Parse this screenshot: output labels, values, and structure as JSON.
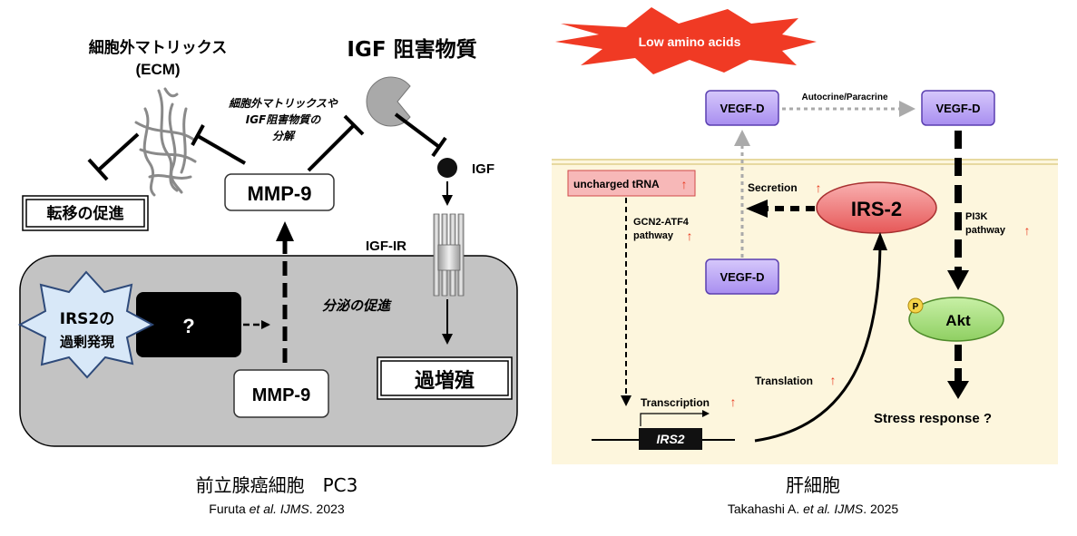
{
  "left": {
    "ecm_label": "細胞外マトリックス",
    "ecm_abbr": "(ECM)",
    "igf_inhibitor_title": "IGF 阻害物質",
    "degradation_note_line1": "細胞外マトリックスや",
    "degradation_note_line2": "IGF阻害物質の",
    "degradation_note_line3": "分解",
    "metastasis_box": "転移の促進",
    "mmp9_outer": "MMP-9",
    "mmp9_inner": "MMP-9",
    "igf_label": "IGF",
    "igf_ir_label": "IGF-IR",
    "secretion_promotion": "分泌の促進",
    "irs2_overexpression_line1": "IRS2の",
    "irs2_overexpression_line2": "過剰発現",
    "unknown_box": "?",
    "proliferation_box": "過増殖",
    "caption_title": "前立腺癌細胞　PC3",
    "citation_author": "Furuta ",
    "citation_etal": "et al. IJMS",
    "citation_year": ". 2023"
  },
  "right": {
    "burst_label": "Low amino acids",
    "vegf_top_left": "VEGF-D",
    "vegf_top_right": "VEGF-D",
    "vegf_inner": "VEGF-D",
    "autocrine_label": "Autocrine/Paracrine",
    "uncharged_trna": "uncharged tRNA",
    "gcn2_line1": "GCN2-ATF4",
    "gcn2_line2": "pathway",
    "secretion_label": "Secretion",
    "irs2_protein": "IRS-2",
    "pi3k_line1": "PI3K",
    "pi3k_line2": "pathway",
    "phospho": "P",
    "akt": "Akt",
    "translation_label": "Translation",
    "transcription_label": "Transcription",
    "irs2_gene": "IRS2",
    "stress_response": "Stress response ?",
    "caption_title": "肝細胞",
    "citation_author": "Takahashi A. ",
    "citation_etal": "et al. IJMS",
    "citation_year": ". 2025"
  },
  "colors": {
    "cell_gray": "#c3c3c3",
    "hepatocyte_bg": "#fdf6dd",
    "burst_red": "#f03a24",
    "vegf_purple": "#b9a2f1",
    "irs2_red": "#f07070",
    "akt_green": "#a8de80",
    "trna_pink": "#f7b8b8",
    "up_arrow_red": "#e8381e"
  }
}
